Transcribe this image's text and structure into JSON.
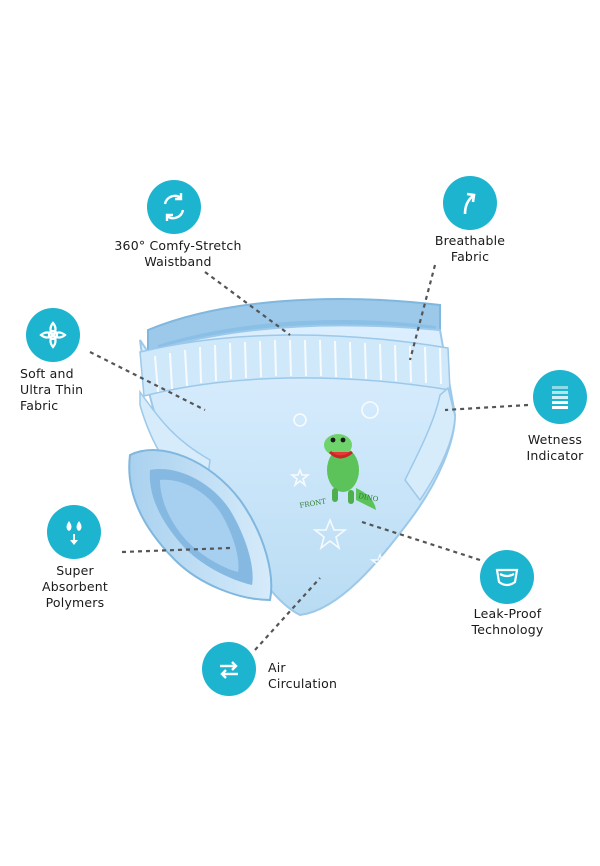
{
  "theme": {
    "accent": "#1db4cf",
    "line": "#555555",
    "diaper": "#bfe0f3",
    "diaper_dark": "#7fb7de"
  },
  "diaper": {
    "print_front": "FRONT",
    "print_dino": "DINO"
  },
  "features": [
    {
      "id": "waistband",
      "icon": "rotate-arrows-icon",
      "lines": [
        "360° Comfy-Stretch",
        "Waistband"
      ]
    },
    {
      "id": "breathable",
      "icon": "arrow-up-curve-icon",
      "lines": [
        "Breathable",
        "Fabric"
      ]
    },
    {
      "id": "soft",
      "icon": "flower-icon",
      "lines": [
        "Soft and",
        "Ultra Thin",
        "Fabric"
      ]
    },
    {
      "id": "wetness",
      "icon": "wetness-bars-icon",
      "lines": [
        "Wetness",
        "Indicator"
      ]
    },
    {
      "id": "absorbent",
      "icon": "droplets-icon",
      "lines": [
        "Super",
        "Absorbent",
        "Polymers"
      ]
    },
    {
      "id": "leakproof",
      "icon": "diaper-icon",
      "lines": [
        "Leak-Proof",
        "Technology"
      ]
    },
    {
      "id": "air",
      "icon": "swap-arrows-icon",
      "lines": [
        "Air",
        "Circulation"
      ]
    }
  ]
}
